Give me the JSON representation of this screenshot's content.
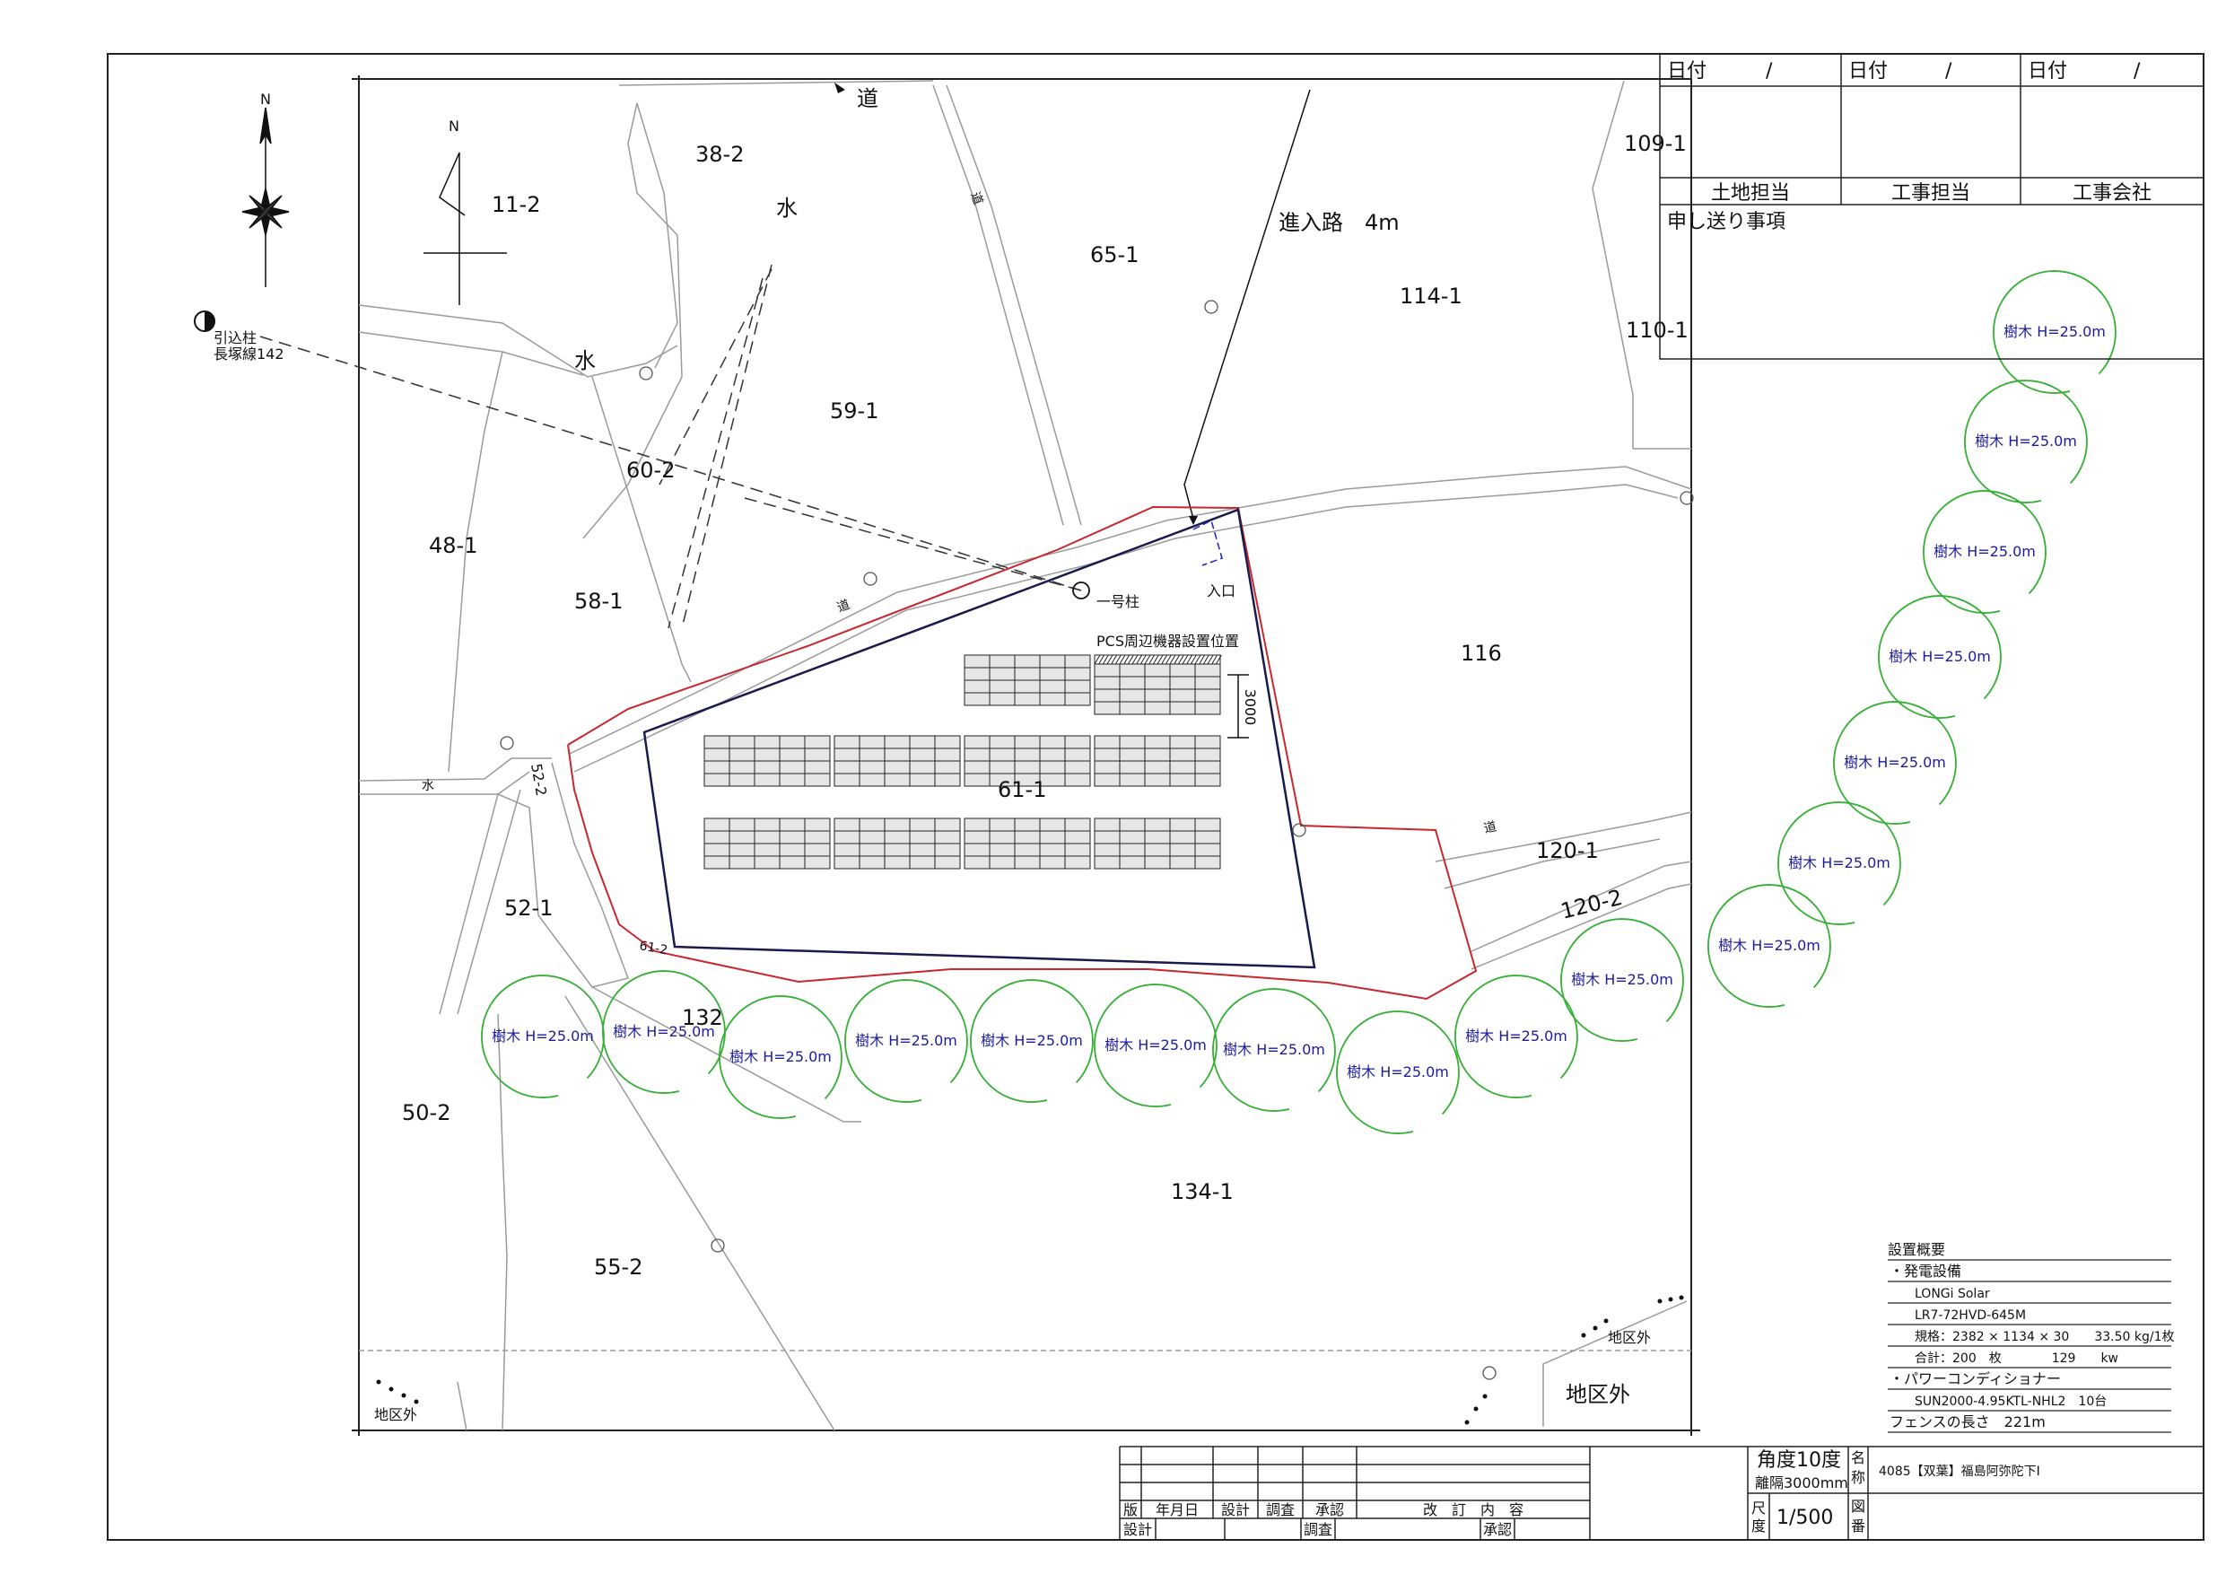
{
  "header_table": {
    "date_label": "日付",
    "date_sep": "/",
    "roles": [
      "土地担当",
      "工事担当",
      "工事会社"
    ],
    "notes_label": "申し送り事項"
  },
  "map": {
    "north_label": "N",
    "road_label": "道",
    "water_label": "水",
    "access_road": "進入路　4m",
    "entrance": "入口",
    "pole_1": "一号柱",
    "pull_pole": [
      "引込柱",
      "長塚線142"
    ],
    "pcs_location": "PCS周辺機器設置位置",
    "dim_3000": "3000",
    "outside_area": "地区外",
    "parcels": [
      "38-2",
      "11-2",
      "65-1",
      "114-1",
      "109-1",
      "110-1",
      "59-1",
      "60-2",
      "48-1",
      "58-1",
      "116",
      "120-1",
      "120-2",
      "52-1",
      "52-2",
      "61-2",
      "132",
      "50-2",
      "134-1",
      "55-2",
      "61-1"
    ],
    "tree_label": "樹木 H=25.0m"
  },
  "summary": {
    "title": "設置概要",
    "gen_header": "・発電設備",
    "maker": "LONGi  Solar",
    "model": "LR7-72HVD-645M",
    "spec": "規格：2382 × 1134 × 30　　33.50 kg/1枚",
    "total": "合計：200　枚　　　　129　　kw",
    "pcs_header": "・パワーコンディショナー",
    "pcs_model": "SUN2000-4.95KTL-NHL2　10台",
    "fence": "フェンスの長さ　221m"
  },
  "title_block": {
    "angle": "角度10度",
    "spacing": "離隔3000mm",
    "scale_label": [
      "尺",
      "度"
    ],
    "scale": "1/500",
    "name_label": [
      "名",
      "称"
    ],
    "name": "4085【双葉】福島阿弥陀下Ⅰ",
    "drawing_label": [
      "図",
      "番"
    ],
    "revision_headers": [
      "版",
      "年月日",
      "設計",
      "調査",
      "承認",
      "改　訂　内　容"
    ],
    "bottom_row": [
      "設計",
      "調査",
      "承認"
    ]
  },
  "colors": {
    "boundary_red": "#c8282d",
    "fence_navy": "#1a1a4e",
    "tree_green": "#35b035",
    "tree_text": "#1c1c9c",
    "panel_fill": "#e6e6e6"
  }
}
